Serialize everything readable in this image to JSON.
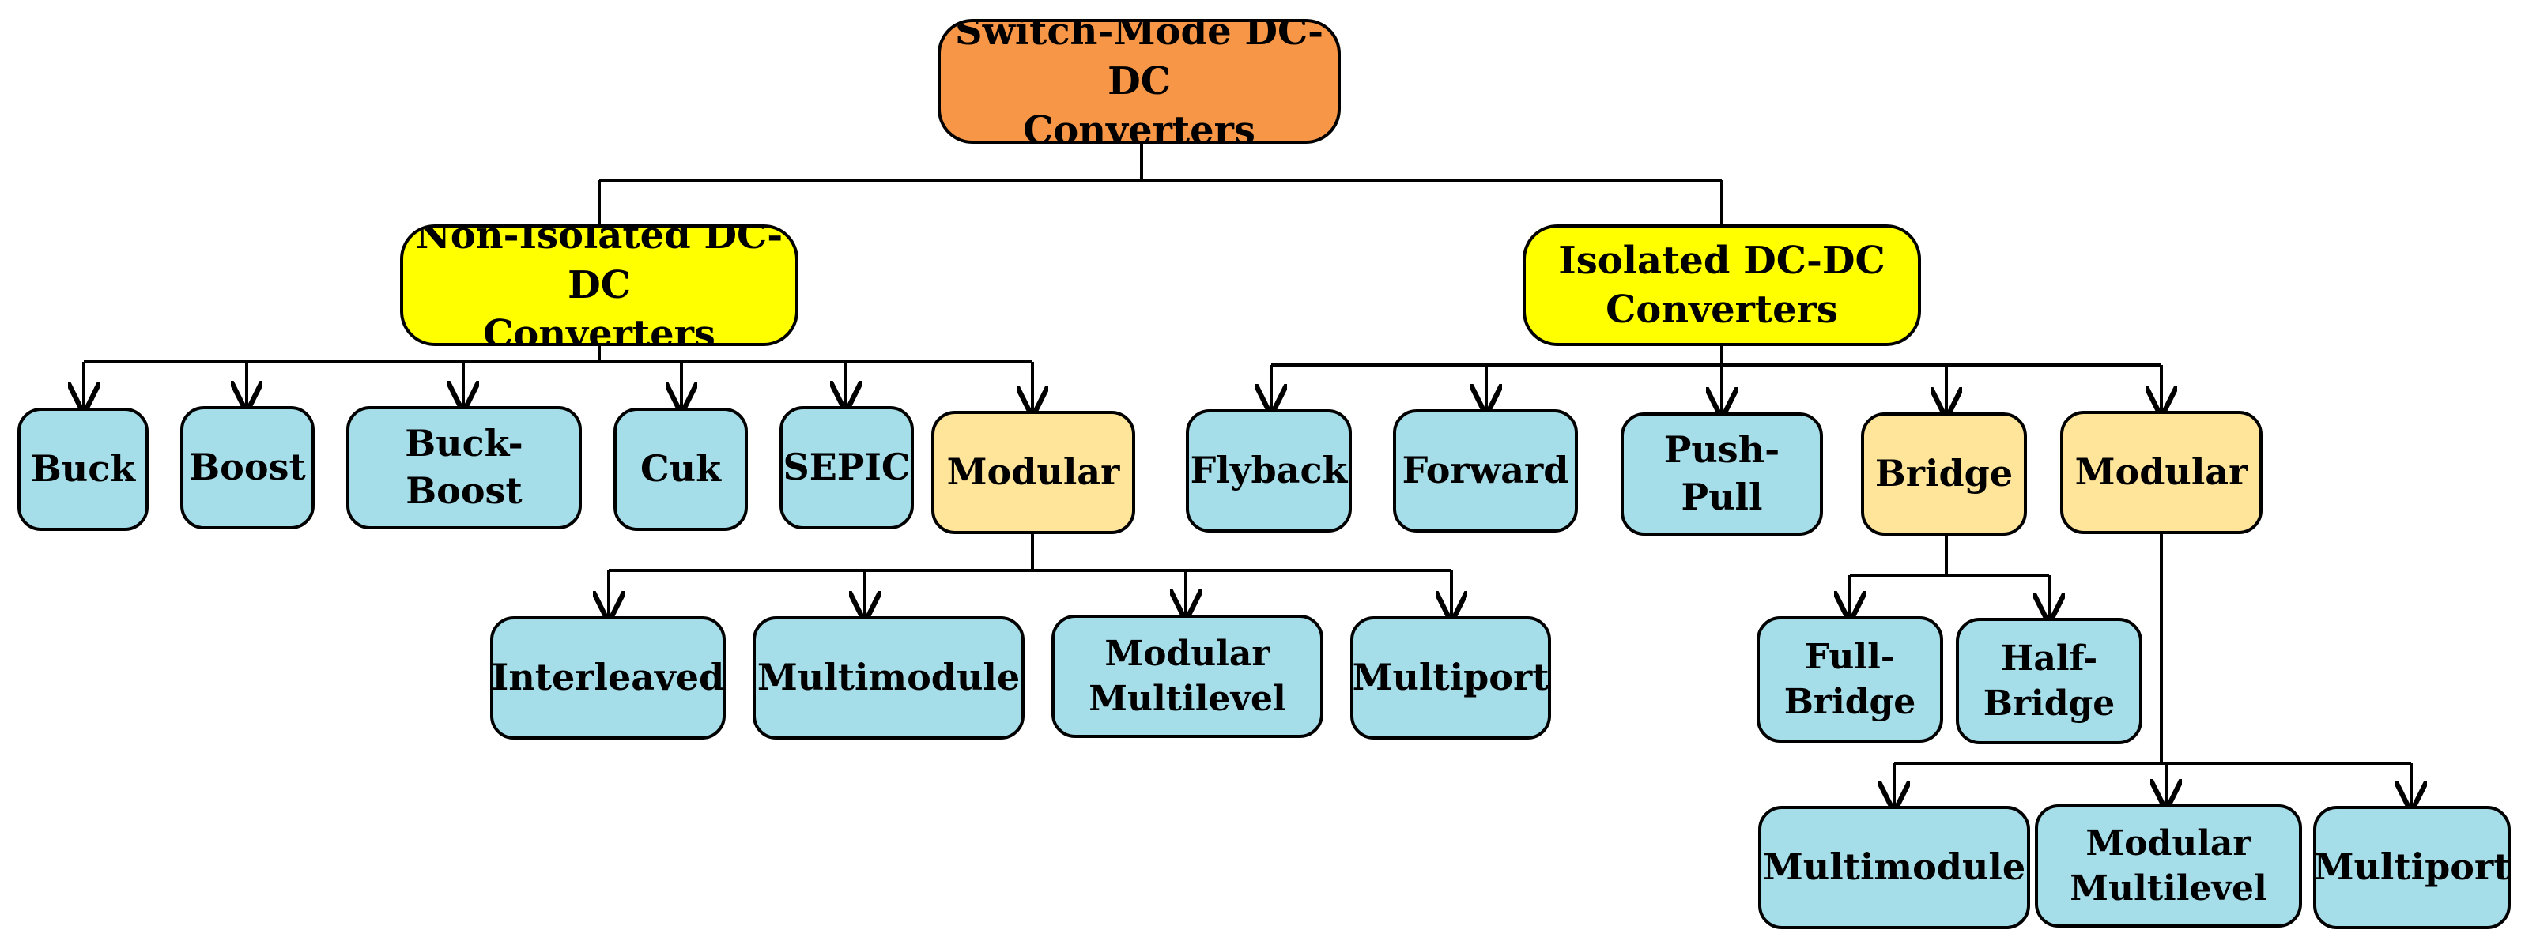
{
  "colors": {
    "root": "#F79646",
    "category": "#FFFF00",
    "leaf": "#A5DDE9",
    "group": "#FFE59A",
    "line": "#000000"
  },
  "root": {
    "label": "Switch-Mode DC-DC\nConverters"
  },
  "non_isolated": {
    "label": "Non-Isolated DC-DC\nConverters",
    "buck": "Buck",
    "boost": "Boost",
    "buck_boost": "Buck-Boost",
    "cuk": "Cuk",
    "sepic": "SEPIC",
    "modular": {
      "label": "Modular",
      "interleaved": "Interleaved",
      "multimodule": "Multimodule",
      "modular_multilevel": "Modular\nMultilevel",
      "multiport": "Multiport"
    }
  },
  "isolated": {
    "label": "Isolated DC-DC\nConverters",
    "flyback": "Flyback",
    "forward": "Forward",
    "push_pull": "Push-Pull",
    "bridge": {
      "label": "Bridge",
      "full_bridge": "Full-\nBridge",
      "half_bridge": "Half-\nBridge"
    },
    "modular": {
      "label": "Modular",
      "multimodule": "Multimodule",
      "modular_multilevel": "Modular\nMultilevel",
      "multiport": "Multiport"
    }
  }
}
